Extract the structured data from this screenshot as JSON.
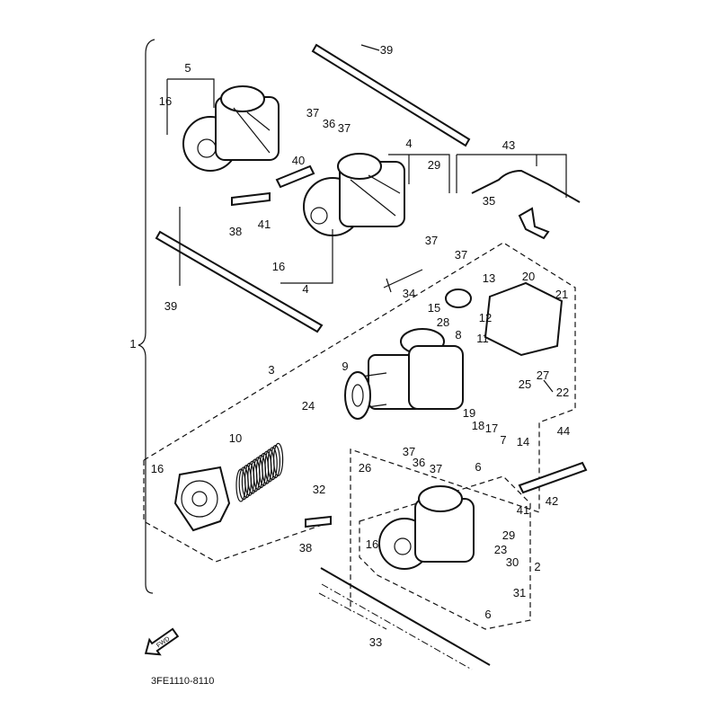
{
  "diagram": {
    "part_labels": [
      "39",
      "5",
      "16",
      "37",
      "36",
      "37",
      "40",
      "4",
      "29",
      "43",
      "38",
      "41",
      "35",
      "37",
      "37",
      "16",
      "4",
      "39",
      "34",
      "13",
      "20",
      "15",
      "21",
      "12",
      "28",
      "8",
      "11",
      "1",
      "3",
      "9",
      "27",
      "22",
      "25",
      "24",
      "19",
      "18",
      "17",
      "7",
      "14",
      "10",
      "44",
      "16",
      "6",
      "37",
      "36",
      "37",
      "26",
      "32",
      "42",
      "41",
      "38",
      "29",
      "16",
      "23",
      "30",
      "2",
      "31",
      "6",
      "33"
    ],
    "drawing_code": "3FE1110-8110",
    "front_arrow_text": "FWD",
    "line_color": "#111111",
    "background": "#ffffff"
  }
}
